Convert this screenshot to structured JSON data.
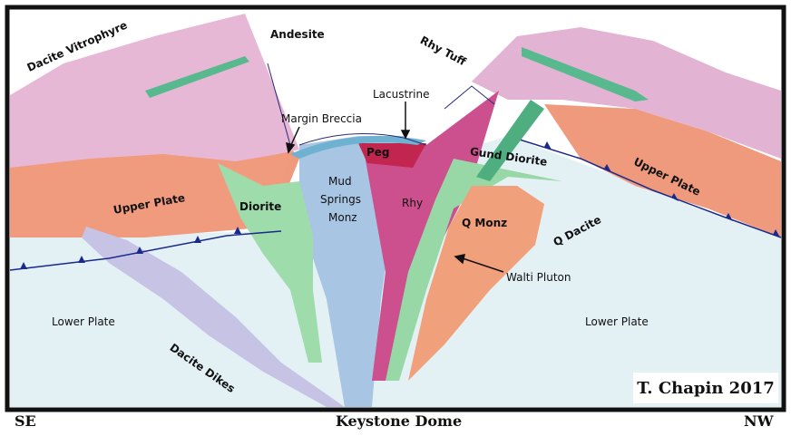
{
  "diagram": {
    "labels": {
      "dacite_vitrophyre": "Dacite Vitrophyre",
      "andesite": "Andesite",
      "rhy_tuff": "Rhy Tuff",
      "lacustrine": "Lacustrine",
      "margin_breccia": "Margin Breccia",
      "peg": "Peg",
      "mud": "Mud",
      "springs": "Springs",
      "monz": "Monz",
      "rhy": "Rhy",
      "gund_diorite": "Gund Diorite",
      "upper_plate_left": "Upper Plate",
      "upper_plate_right": "Upper Plate",
      "diorite": "Diorite",
      "q_monz": "Q Monz",
      "q_dacite": "Q Dacite",
      "walti_pluton": "Walti Pluton",
      "lower_plate_left": "Lower Plate",
      "lower_plate_right": "Lower Plate",
      "dacite_dikes": "Dacite Dikes"
    },
    "credit": "T. Chapin 2017",
    "caption": {
      "left": "SE",
      "center": "Keystone Dome",
      "right": "NW"
    }
  }
}
